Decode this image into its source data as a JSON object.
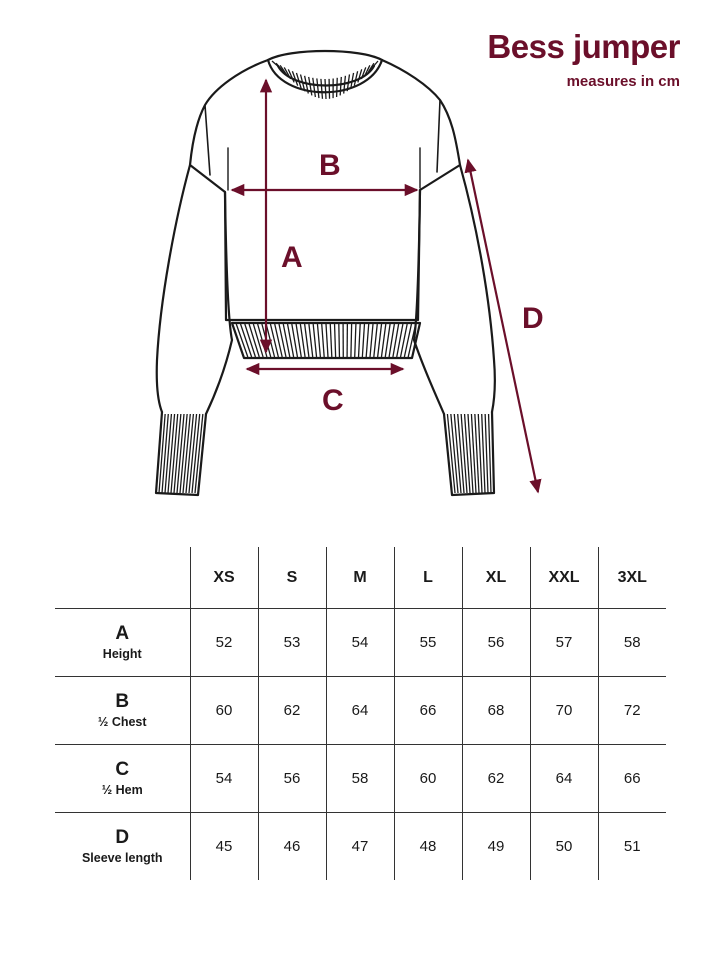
{
  "header": {
    "title": "Bess jumper",
    "subtitle": "measures in cm"
  },
  "diagram": {
    "labels": {
      "a": "A",
      "b": "B",
      "c": "C",
      "d": "D"
    },
    "colors": {
      "accent": "#6b0f2a",
      "outline": "#1a1a1a"
    }
  },
  "table": {
    "sizes": [
      "XS",
      "S",
      "M",
      "L",
      "XL",
      "XXL",
      "3XL"
    ],
    "rows": [
      {
        "letter": "A",
        "desc": "Height",
        "values": [
          "52",
          "53",
          "54",
          "55",
          "56",
          "57",
          "58"
        ]
      },
      {
        "letter": "B",
        "desc": "½ Chest",
        "values": [
          "60",
          "62",
          "64",
          "66",
          "68",
          "70",
          "72"
        ]
      },
      {
        "letter": "C",
        "desc": "½ Hem",
        "values": [
          "54",
          "56",
          "58",
          "60",
          "62",
          "64",
          "66"
        ]
      },
      {
        "letter": "D",
        "desc": "Sleeve length",
        "values": [
          "45",
          "46",
          "47",
          "48",
          "49",
          "50",
          "51"
        ]
      }
    ]
  }
}
